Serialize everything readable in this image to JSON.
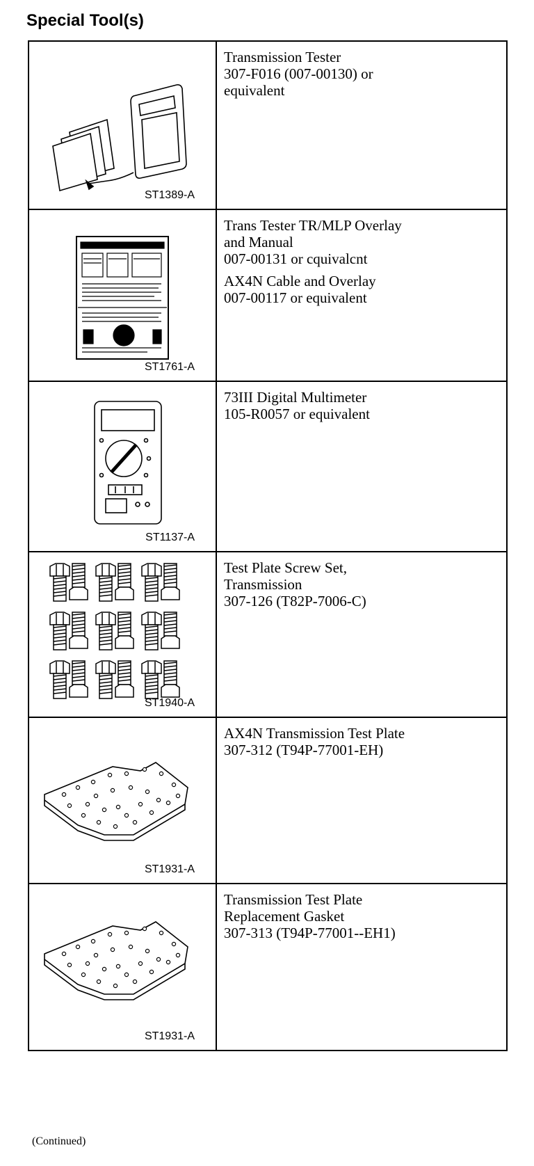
{
  "heading": "Special Tool(s)",
  "tools": [
    {
      "code": "ST1389-A",
      "lines": [
        [
          "Transmission Tester",
          "307-F016 (007-00130) or",
          "equivalent"
        ]
      ]
    },
    {
      "code": "ST1761-A",
      "lines": [
        [
          "Trans Tester TR/MLP Overlay",
          "and Manual",
          "007-00131 or cquivalcnt"
        ],
        [
          "AX4N Cable and Overlay",
          "007-00117 or equivalent"
        ]
      ]
    },
    {
      "code": "ST1137-A",
      "lines": [
        [
          "73III Digital Multimeter",
          "105-R0057 or equivalent"
        ]
      ]
    },
    {
      "code": "ST1940-A",
      "lines": [
        [
          "Test Plate Screw Set,",
          "Transmission",
          "307-126 (T82P-7006-C)"
        ]
      ]
    },
    {
      "code": "ST1931-A",
      "lines": [
        [
          "AX4N Transmission Test Plate",
          "307-312 (T94P-77001-EH)"
        ]
      ]
    },
    {
      "code": "ST1931-A",
      "lines": [
        [
          "Transmission Test Plate",
          "Replacement Gasket",
          "307-313 (T94P-77001--EH1)"
        ]
      ]
    }
  ],
  "footer": "(Continued)"
}
